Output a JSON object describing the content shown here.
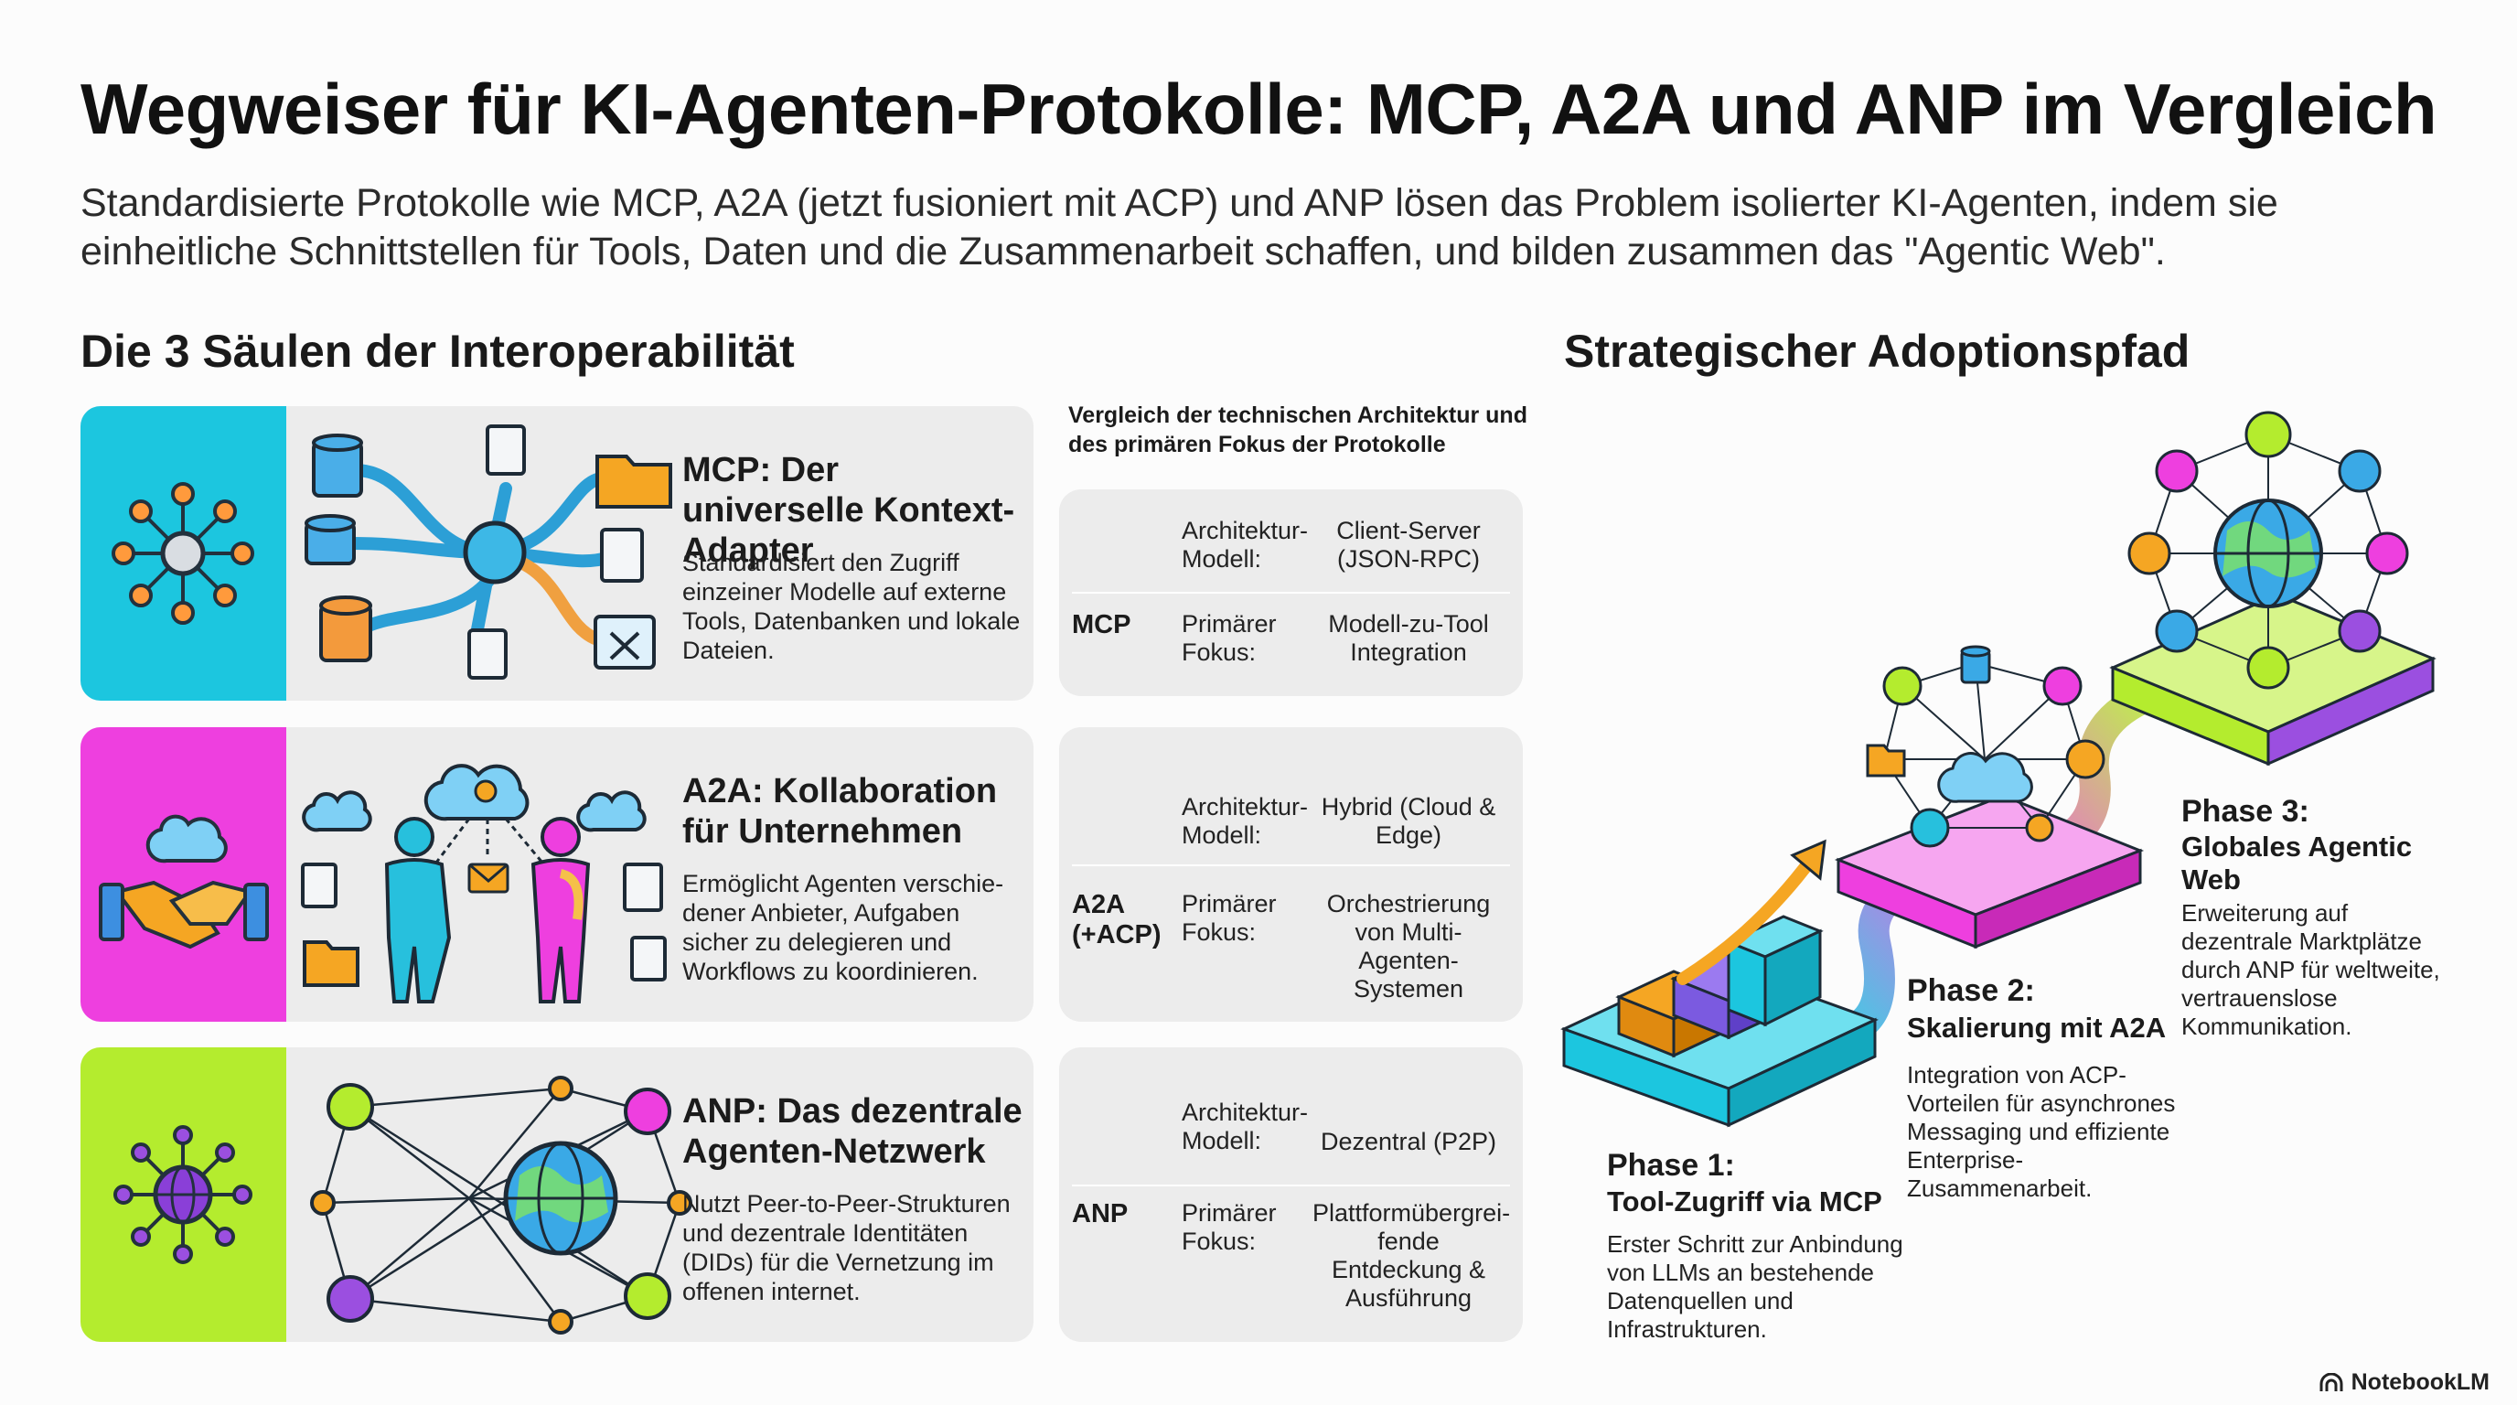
{
  "title": "Wegweiser für KI-Agenten-Protokolle: MCP, A2A und ANP im Vergleich",
  "subtitle": "Standardisierte Protokolle wie MCP, A2A (jetzt fusioniert mit ACP) und ANP lösen das Problem isolierter KI-Agenten, indem sie einheitliche Schnittstellen für Tools, Daten und die Zusammenarbeit schaffen, und bilden zusammen das \"Agentic Web\".",
  "pillars": {
    "heading": "Die 3 Säulen der Interoperabilität",
    "items": [
      {
        "title": "MCP: Der universelle Kontext-Adapter",
        "desc": "Standardisiert den Zugriff einzeiner Modelle auf externe Tools, Datenbanken und lokale Dateien.",
        "color": "#1cc6df",
        "icon": "network-hub-icon"
      },
      {
        "title": "A2A: Kollaboration für Unternehmen",
        "desc": "Ermöglicht Agenten verschie-dener Anbieter, Aufgaben sicher zu delegieren und Workflows zu koordinieren.",
        "color": "#ee3fdf",
        "icon": "handshake-icon"
      },
      {
        "title": "ANP: Das dezentrale Agenten-Netzwerk",
        "desc": "Nutzt Peer-to-Peer-Strukturen und dezentrale Identitäten (DIDs) für die Vernetzung im offenen internet.",
        "color": "#b4ec2e",
        "icon": "globe-network-icon"
      }
    ]
  },
  "comparison": {
    "caption": "Vergleich der technischen Architektur und des primären Fokus der Protokolle",
    "label_arch": "Architektur-Modell:",
    "label_focus": "Primärer Fokus:",
    "rows": [
      {
        "protocol": "MCP",
        "arch": "Client-Server (JSON-RPC)",
        "focus": "Modell-zu-Tool Integration"
      },
      {
        "protocol": "A2A (+ACP)",
        "arch": "Hybrid (Cloud & Edge)",
        "focus": "Orchestrierung von Multi-Agenten-Systemen"
      },
      {
        "protocol": "ANP",
        "arch": "Dezentral (P2P)",
        "focus": "Plattformübergrei-fende Entdeckung & Ausführung"
      }
    ]
  },
  "adoption": {
    "heading": "Strategischer Adoptionspfad",
    "phases": [
      {
        "label": "Phase 1:",
        "name": "Tool-Zugriff via MCP",
        "desc": "Erster Schritt zur Anbindung von LLMs an bestehende Datenquellen und Infrastrukturen.",
        "color": "#1cc6df"
      },
      {
        "label": "Phase 2:",
        "name": "Skalierung mit A2A",
        "desc": "Integration von ACP-Vorteilen für asynchrones Messaging und effiziente Enterprise-Zusammenarbeit.",
        "color": "#ee3fdf"
      },
      {
        "label": "Phase 3:",
        "name": "Globales Agentic Web",
        "desc": "Erweiterung auf dezentrale Marktplätze durch ANP für weltweite, vertrauenslose Kommunikation.",
        "color": "#b4ec2e"
      }
    ]
  },
  "brand": "NotebookLM"
}
